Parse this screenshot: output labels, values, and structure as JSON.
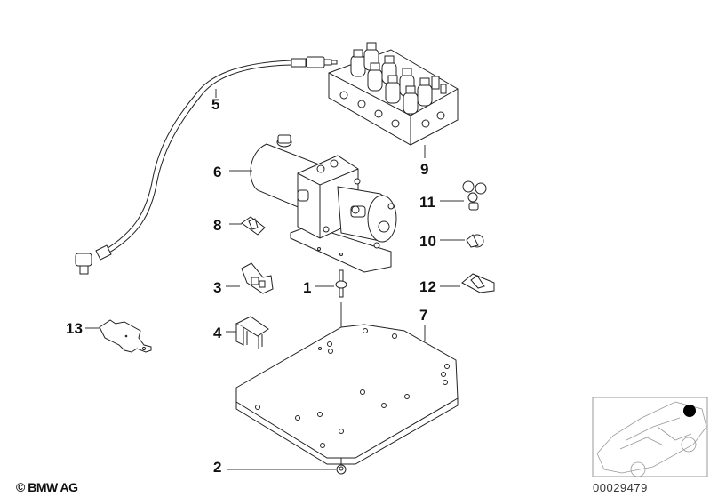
{
  "diagram": {
    "title": "Hydraulic unit / convertible top parts diagram",
    "copyright": "© BMW AG",
    "document_number": "00029479",
    "locator": {
      "icon": "car-locator-icon",
      "marker": "rear-trunk-position-dot",
      "marker_color": "#000000"
    },
    "callouts": [
      {
        "num": "1",
        "part": "stud-bolt"
      },
      {
        "num": "2",
        "part": "nut"
      },
      {
        "num": "3",
        "part": "clip"
      },
      {
        "num": "4",
        "part": "bracket-cap"
      },
      {
        "num": "5",
        "part": "hydraulic-line"
      },
      {
        "num": "6",
        "part": "pump-motor"
      },
      {
        "num": "7",
        "part": "mounting-plate"
      },
      {
        "num": "8",
        "part": "clip-nut"
      },
      {
        "num": "9",
        "part": "valve-block"
      },
      {
        "num": "10",
        "part": "cable-clip"
      },
      {
        "num": "11",
        "part": "double-clip"
      },
      {
        "num": "12",
        "part": "clip-nut-large"
      },
      {
        "num": "13",
        "part": "holder-bracket"
      }
    ]
  }
}
